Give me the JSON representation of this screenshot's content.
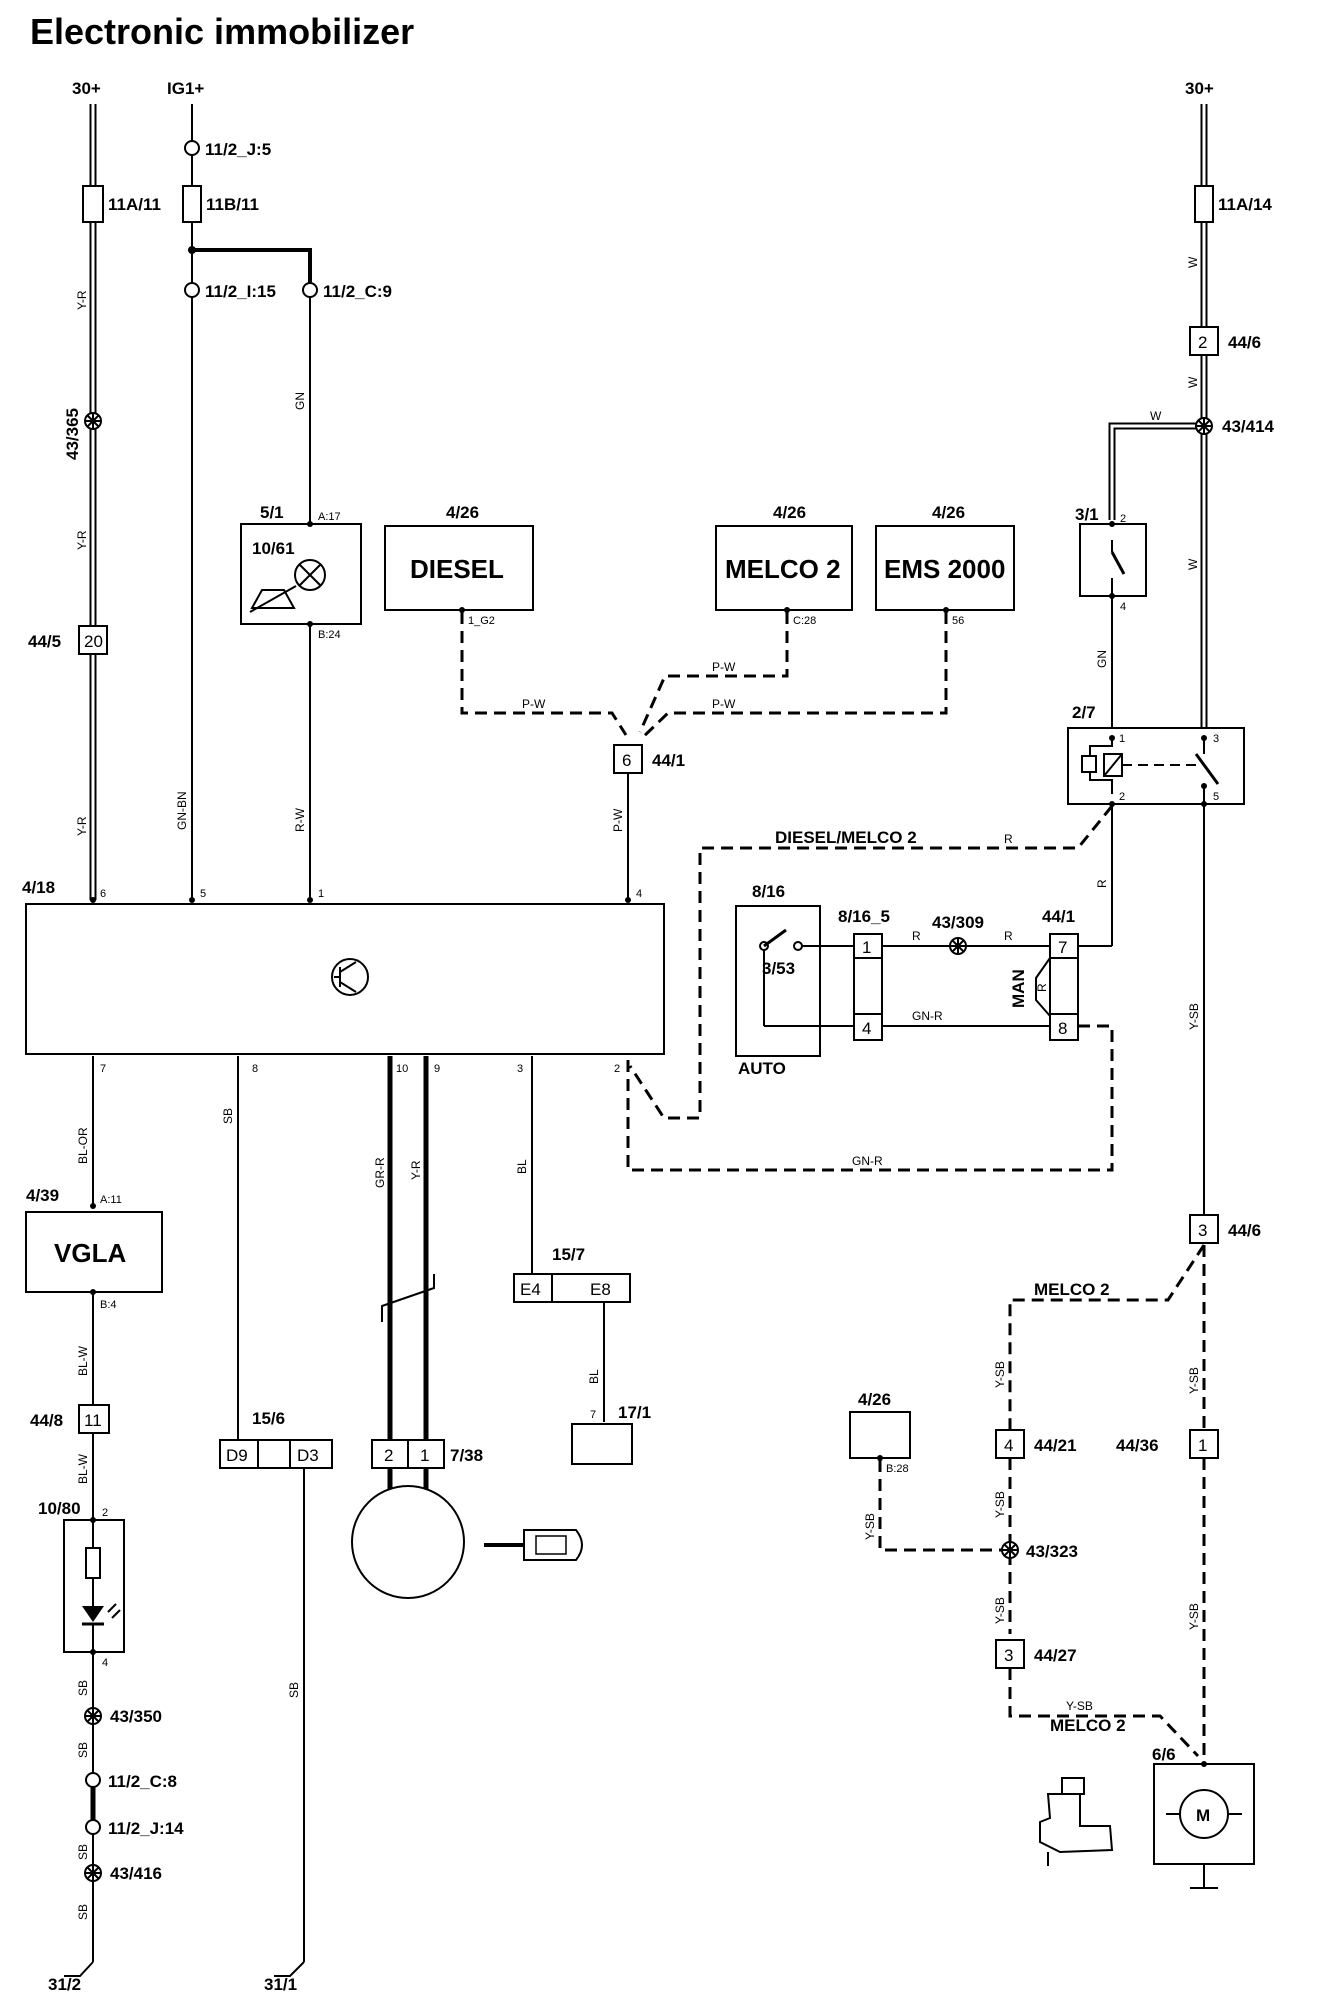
{
  "title": "Electronic immobilizer",
  "supply": {
    "b30_left": "30+",
    "ig1": "IG1+",
    "b30_right": "30+"
  },
  "fuses": {
    "f11a11": "11A/11",
    "f11b11": "11B/11",
    "f11a14": "11A/14"
  },
  "connectors": {
    "c11_2_j5": "11/2_J:5",
    "c11_2_i15": "11/2_I:15",
    "c11_2_c9": "11/2_C:9",
    "c11_2_c8": "11/2_C:8",
    "c11_2_j14": "11/2_J:14",
    "c44_6": "44/6",
    "c44_6_pin2": "2",
    "c44_6b": "44/6",
    "c44_6b_pin3": "3",
    "c44_5": "44/5",
    "c44_5_pin": "20",
    "c44_1": "44/1",
    "c44_1_pin6": "6",
    "c44_1b": "44/1",
    "c44_1_pin7": "7",
    "c44_1_pin8": "8",
    "c8_16_5": "8/16_5",
    "c8_16_5_pin1": "1",
    "c8_16_5_pin4": "4",
    "c44_8": "44/8",
    "c44_8_pin": "11",
    "c44_21": "44/21",
    "c44_21_pin": "4",
    "c44_36": "44/36",
    "c44_36_pin": "1",
    "c44_27": "44/27",
    "c44_27_pin": "3",
    "c15_6": "15/6",
    "c15_6_d9": "D9",
    "c15_6_d3": "D3",
    "c15_7": "15/7",
    "c15_7_e4": "E4",
    "c15_7_e8": "E8",
    "c7_38": "7/38",
    "c7_38_pin2": "2",
    "c7_38_pin1": "1"
  },
  "splices": {
    "s43_365": "43/365",
    "s43_414": "43/414",
    "s43_309": "43/309",
    "s43_350": "43/350",
    "s43_416": "43/416",
    "s43_323": "43/323"
  },
  "components": {
    "c5_1": "5/1",
    "c10_61": "10/61",
    "diesel_ref": "4/26",
    "diesel": "DIESEL",
    "melco_ref": "4/26",
    "melco": "MELCO 2",
    "ems_ref": "4/26",
    "ems": "EMS 2000",
    "c3_1": "3/1",
    "c2_7": "2/7",
    "c4_18": "4/18",
    "c8_16": "8/16",
    "c3_53": "3/53",
    "auto": "AUTO",
    "man": "MAN",
    "c4_39": "4/39",
    "vgla": "VGLA",
    "c10_80": "10/80",
    "c17_1": "17/1",
    "c4_26b": "4/26",
    "c6_6": "6/6",
    "motor": "M"
  },
  "grounds": {
    "g31_2": "31/2",
    "g31_1": "31/1"
  },
  "pins": {
    "p5_1_a17": "A:17",
    "p5_1_b24": "B:24",
    "p_diesel": "1_G2",
    "p_melco": "C:28",
    "p_ems": "56",
    "p3_1_2": "2",
    "p3_1_4": "4",
    "p2_7_1": "1",
    "p2_7_2": "2",
    "p2_7_3": "3",
    "p2_7_5": "5",
    "p4_18_6": "6",
    "p4_18_5": "5",
    "p4_18_1": "1",
    "p4_18_4": "4",
    "p4_18_7": "7",
    "p4_18_8": "8",
    "p4_18_10": "10",
    "p4_18_9": "9",
    "p4_18_3": "3",
    "p4_18_2": "2",
    "p4_39_a11": "A:11",
    "p4_39_b4": "B:4",
    "p10_80_2": "2",
    "p10_80_4": "4",
    "p17_1_7": "7",
    "p4_26b_b28": "B:28"
  },
  "wires": {
    "yr1": "Y-R",
    "yr2": "Y-R",
    "yr3": "Y-R",
    "gn1": "GN",
    "gnbn": "GN-BN",
    "rw": "R-W",
    "pw1": "P-W",
    "pw2": "P-W",
    "pw3": "P-W",
    "pw4": "P-W",
    "w1": "W",
    "w2": "W",
    "w3": "W",
    "w4": "W",
    "gn2": "GN",
    "diesel_melco": "DIESEL/MELCO 2",
    "r1": "R",
    "r2": "R",
    "r3": "R",
    "r4": "R",
    "r5": "R",
    "gnr1": "GN-R",
    "gnr2": "GN-R",
    "ysb1": "Y-SB",
    "melco2a": "MELCO 2",
    "ysb2": "Y-SB",
    "ysb3": "Y-SB",
    "ysb4": "Y-SB",
    "ysb5": "Y-SB",
    "ysb6": "Y-SB",
    "ysb7": "Y-SB",
    "ysb8": "Y-SB",
    "melco2b": "MELCO 2",
    "blor": "BL-OR",
    "sb1": "SB",
    "grr": "GR-R",
    "yr4": "Y-R",
    "bl1": "BL",
    "bl2": "BL",
    "blw1": "BL-W",
    "blw2": "BL-W",
    "sb2": "SB",
    "sb3": "SB",
    "sb4": "SB",
    "sb5": "SB",
    "sb6": "SB"
  }
}
